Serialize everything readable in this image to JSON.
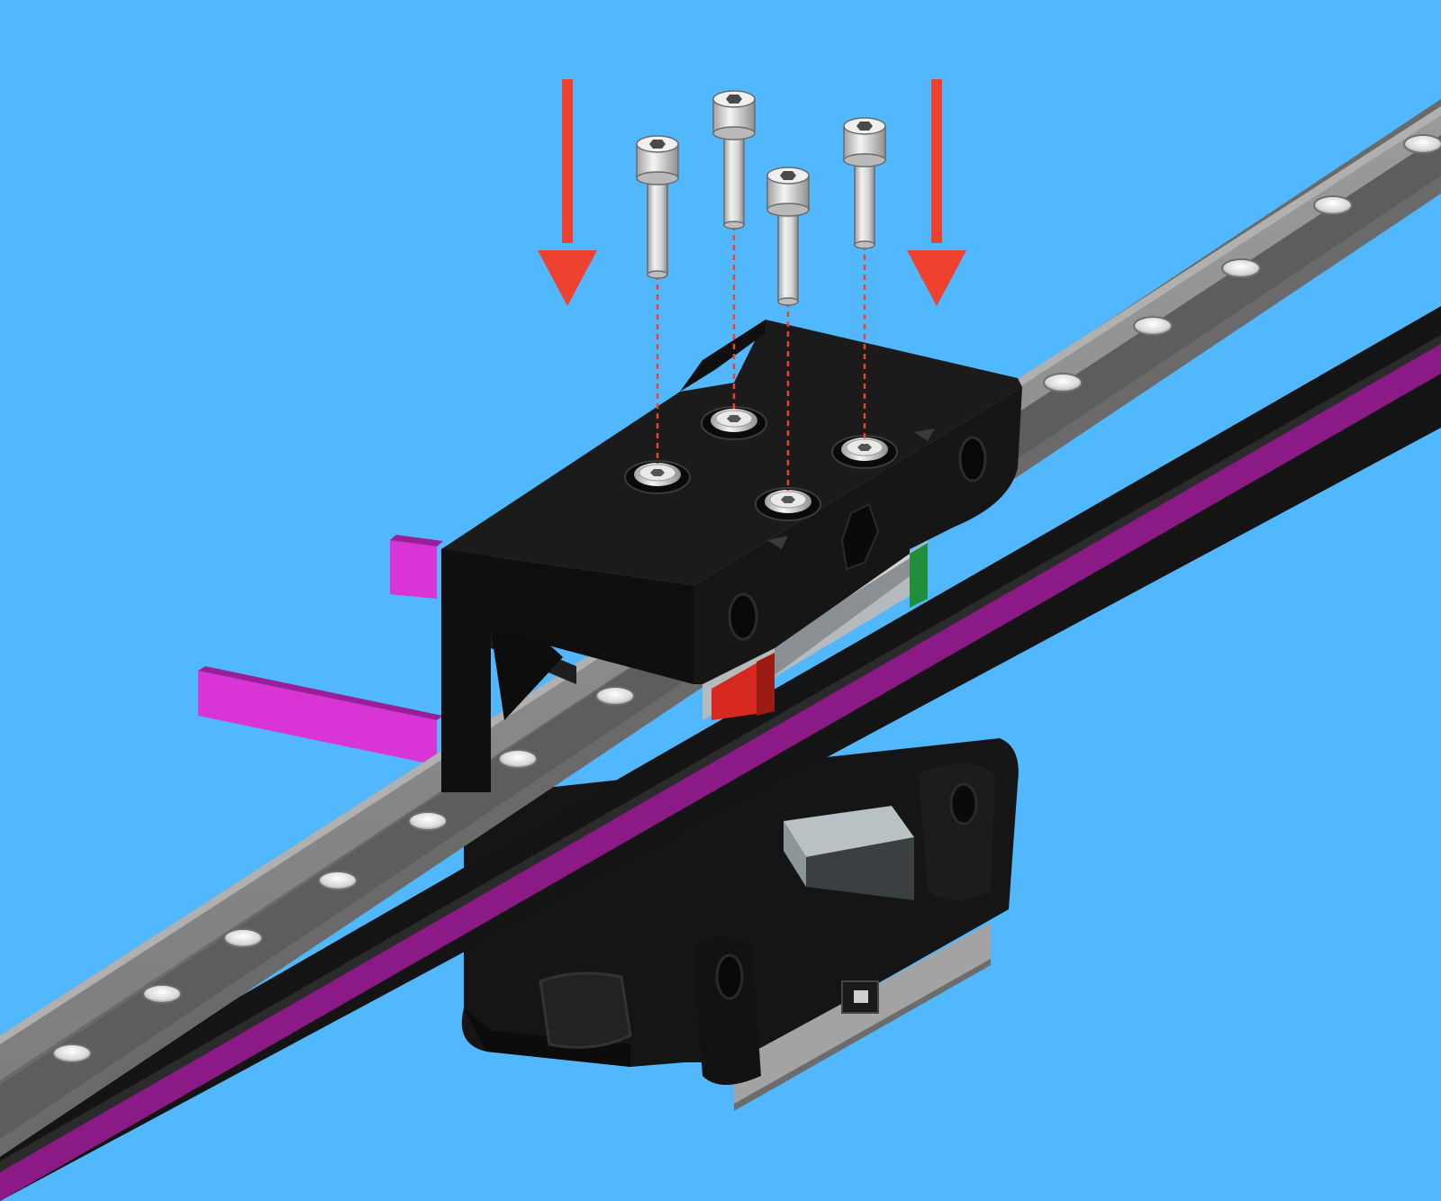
{
  "colors": {
    "background": "#52b8fe",
    "arrow": "#ee4130",
    "rail_top": "#8e8e8e",
    "rail_side": "#6a6a6a",
    "extrusion": "#141414",
    "extrusion_slot": "#8c1a86",
    "purple_bar": "#d934d6",
    "part_black": "#151515",
    "bolt_steel": "#d9d9d9",
    "carriage_gray": "#a9aeb3",
    "endcap_red": "#d7291f",
    "endcap_green": "#1f8f3c"
  },
  "icons": [
    "down-arrow-icon",
    "socket-head-bolt-icon",
    "bolt-hole-icon"
  ],
  "instruction": {
    "arrow_count": 2,
    "bolt_count": 4,
    "direction": "down"
  }
}
